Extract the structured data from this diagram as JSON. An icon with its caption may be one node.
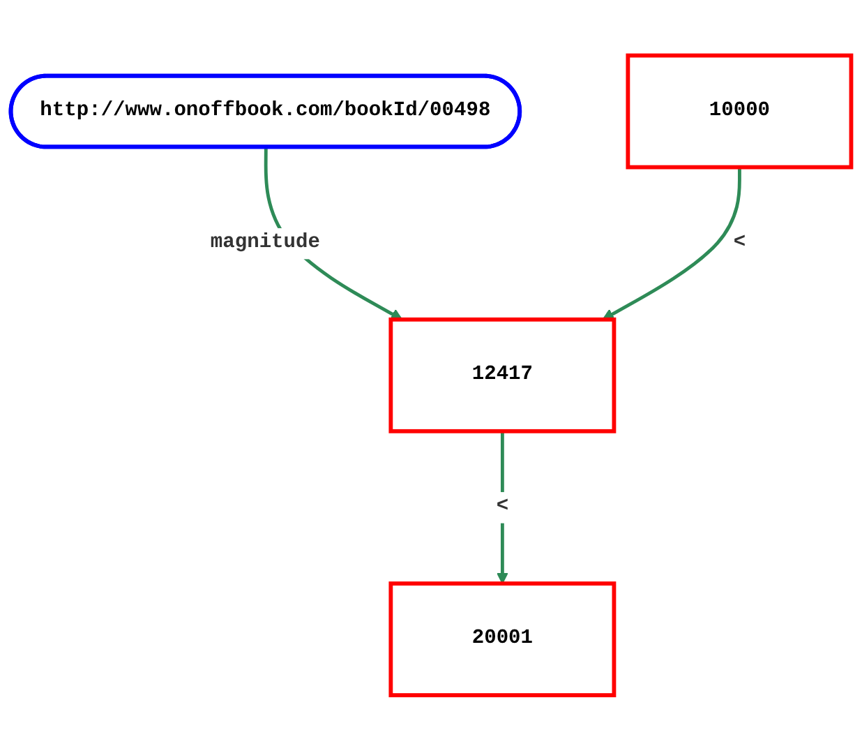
{
  "diagram": {
    "nodes": [
      {
        "text": [
          "http://www.onoffbook.com/bookId/00498"
        ]
      },
      {
        "text": [
          "10000"
        ]
      },
      {
        "text": [
          "20001"
        ]
      },
      {
        "text": [
          "12417"
        ]
      }
    ],
    "edges": [
      {
        "from": 0,
        "to": 3,
        "label": "magnitude",
        "arrow": "to"
      },
      {
        "from": 1,
        "to": 3,
        "label": "<",
        "arrow": "to"
      },
      {
        "from": 3,
        "to": 2,
        "label": "<",
        "arrow": "to"
      }
    ]
  }
}
